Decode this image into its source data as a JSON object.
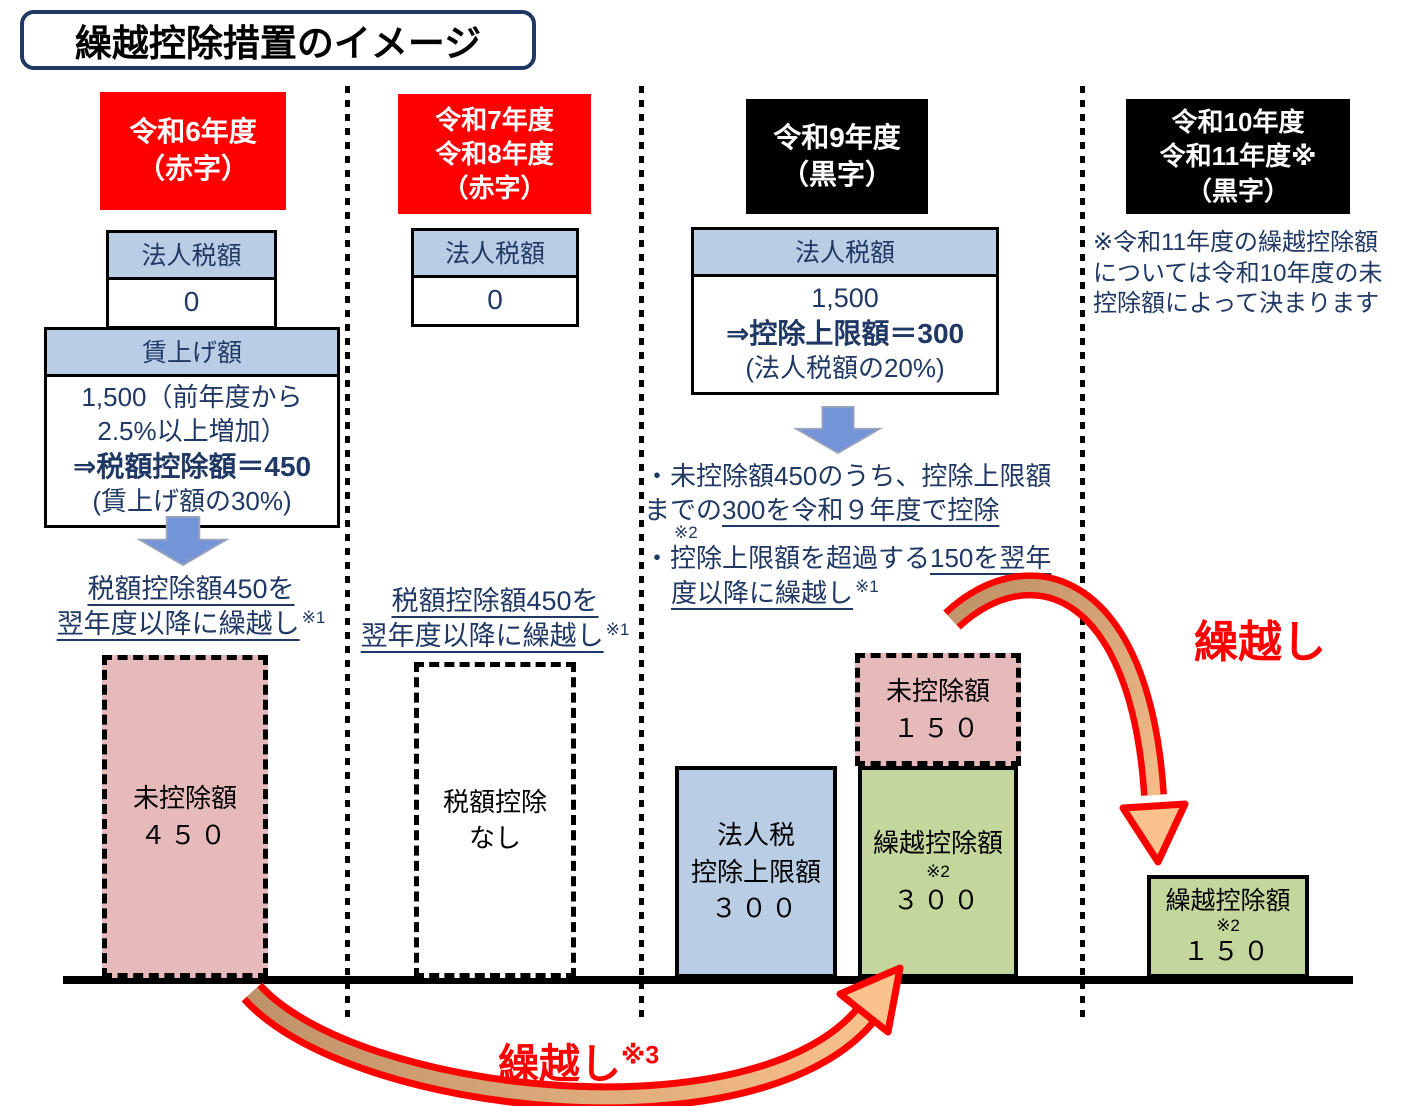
{
  "title": "繰越控除措置のイメージ",
  "col1": {
    "header_line1": "令和6年度",
    "header_line2": "（赤字）",
    "tax_label": "法人税額",
    "tax_value": "0",
    "wage_label": "賃上げ額",
    "wage_line1": "1,500（前年度から",
    "wage_line2": "2.5%以上増加）",
    "wage_line3": "⇒税額控除額＝450",
    "wage_line4": "(賃上げ額の30%)",
    "carry_line1": "税額控除額450を",
    "carry_line2": "翌年度以降に繰越し",
    "carry_ref": "※1",
    "bar_label": "未控除額",
    "bar_value": "４５０"
  },
  "col2": {
    "header_line1": "令和7年度",
    "header_line2": "令和8年度",
    "header_line3": "（赤字）",
    "tax_label": "法人税額",
    "tax_value": "0",
    "carry_line1": "税額控除額450を",
    "carry_line2": "翌年度以降に繰越し",
    "carry_ref": "※1",
    "bar_line1": "税額控除",
    "bar_line2": "なし"
  },
  "col3": {
    "header_line1": "令和9年度",
    "header_line2": "（黒字）",
    "tax_label": "法人税額",
    "tax_line1": "1,500",
    "tax_line2": "⇒控除上限額＝300",
    "tax_line3": "(法人税額の20%)",
    "bullet1_line1": "・未控除額450のうち、控除上限額",
    "bullet1_line2_plain": "までの",
    "bullet1_line2_underline": "300を令和９年度で控除",
    "bullet1_ref": "※2",
    "bullet2_plain": "・控除上限額を超過する",
    "bullet2_underline1": "150を翌年",
    "bullet2_underline2": "度以降に繰越し",
    "bullet2_ref": "※1",
    "bar_blue_line1": "法人税",
    "bar_blue_line2": "控除上限額",
    "bar_blue_value": "３００",
    "bar_green_label": "繰越控除額",
    "bar_green_ref": "※2",
    "bar_green_value": "３００",
    "bar_pink_label": "未控除額",
    "bar_pink_value": "１５０"
  },
  "col4": {
    "header_line1": "令和10年度",
    "header_line2": "令和11年度※",
    "header_line3": "（黒字）",
    "note_line1": "※令和11年度の繰越控除額",
    "note_line2": "については令和10年度の未",
    "note_line3": "控除額によって決まります",
    "carry_label": "繰越し",
    "bar_label": "繰越控除額",
    "bar_ref": "※2",
    "bar_value": "１５０"
  },
  "bottom_arrow": {
    "label": "繰越し",
    "ref": "※3"
  },
  "colors": {
    "red_header": "#ff0000",
    "black_header": "#000000",
    "navy_text": "#1f3864",
    "light_blue": "#b9cde5",
    "pink": "#e6b9bb",
    "green": "#c3d69b",
    "blue_arrow": "#7494d8",
    "carry_arrow_tan": "#bf9268",
    "carry_arrow_peach": "#fbc28d",
    "carry_arrow_red": "#fb0200"
  }
}
